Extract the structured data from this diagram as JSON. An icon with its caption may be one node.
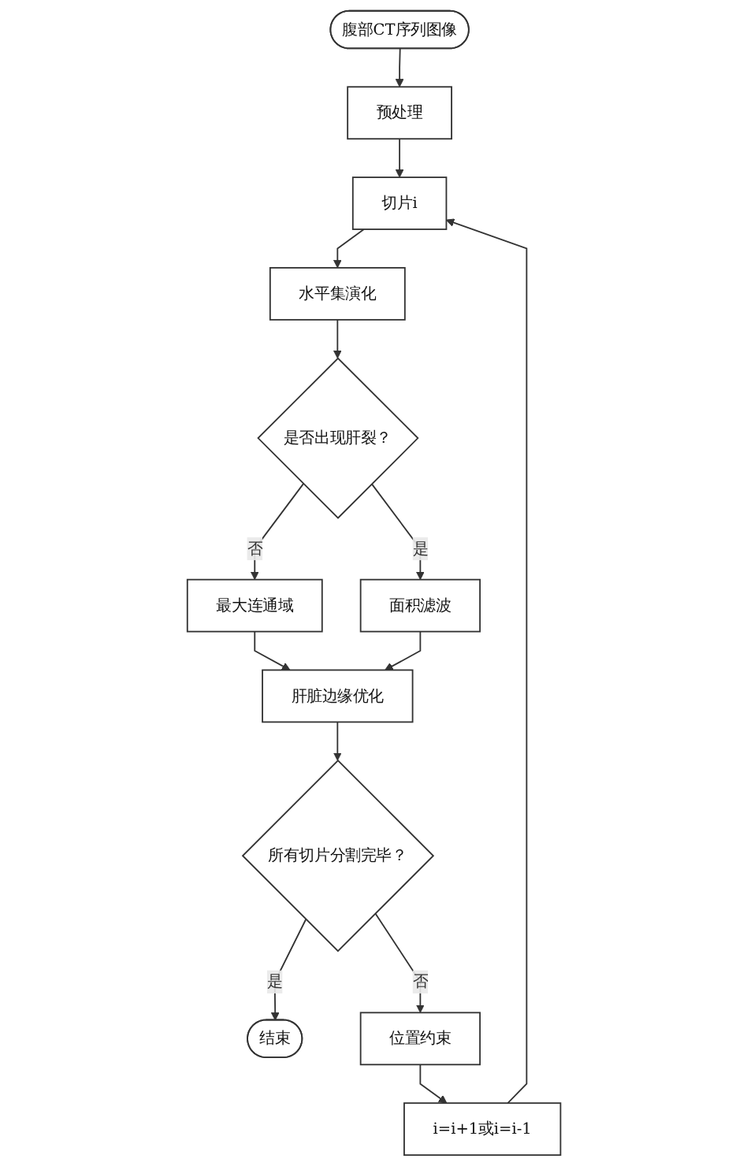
{
  "diagram": {
    "nodes": [
      {
        "text": [
          "腹部CT序列图像"
        ]
      },
      {
        "text": [
          "预处理"
        ]
      },
      {
        "text": [
          "切片i"
        ]
      },
      {
        "text": [
          "水平集演化"
        ]
      },
      {
        "text": [
          "是否出现肝裂？"
        ]
      },
      {
        "text": [
          "最大连通域"
        ]
      },
      {
        "text": [
          "面积滤波"
        ]
      },
      {
        "text": [
          "肝脏边缘优化"
        ]
      },
      {
        "text": [
          "所有切片分割完毕？"
        ]
      },
      {
        "text": [
          "结束"
        ]
      },
      {
        "text": [
          "位置约束"
        ]
      },
      {
        "text": [
          "i=i+1或i=i-1"
        ]
      }
    ],
    "edges": [
      {
        "from": 0,
        "to": 1,
        "arrow": "to"
      },
      {
        "from": 1,
        "to": 2,
        "arrow": "to"
      },
      {
        "from": 2,
        "to": 3,
        "arrow": "to"
      },
      {
        "from": 3,
        "to": 4,
        "arrow": "to"
      },
      {
        "from": 4,
        "to": 5,
        "arrow": "to",
        "label": "否"
      },
      {
        "from": 4,
        "to": 6,
        "arrow": "to",
        "label": "是"
      },
      {
        "from": 5,
        "to": 7,
        "arrow": "to"
      },
      {
        "from": 6,
        "to": 7,
        "arrow": "to"
      },
      {
        "from": 7,
        "to": 8,
        "arrow": "to"
      },
      {
        "from": 8,
        "to": 9,
        "arrow": "to",
        "label": "是"
      },
      {
        "from": 8,
        "to": 10,
        "arrow": "to",
        "label": "否"
      },
      {
        "from": 10,
        "to": 11,
        "arrow": "to"
      },
      {
        "from": 11,
        "to": 2,
        "arrow": "to"
      }
    ]
  }
}
